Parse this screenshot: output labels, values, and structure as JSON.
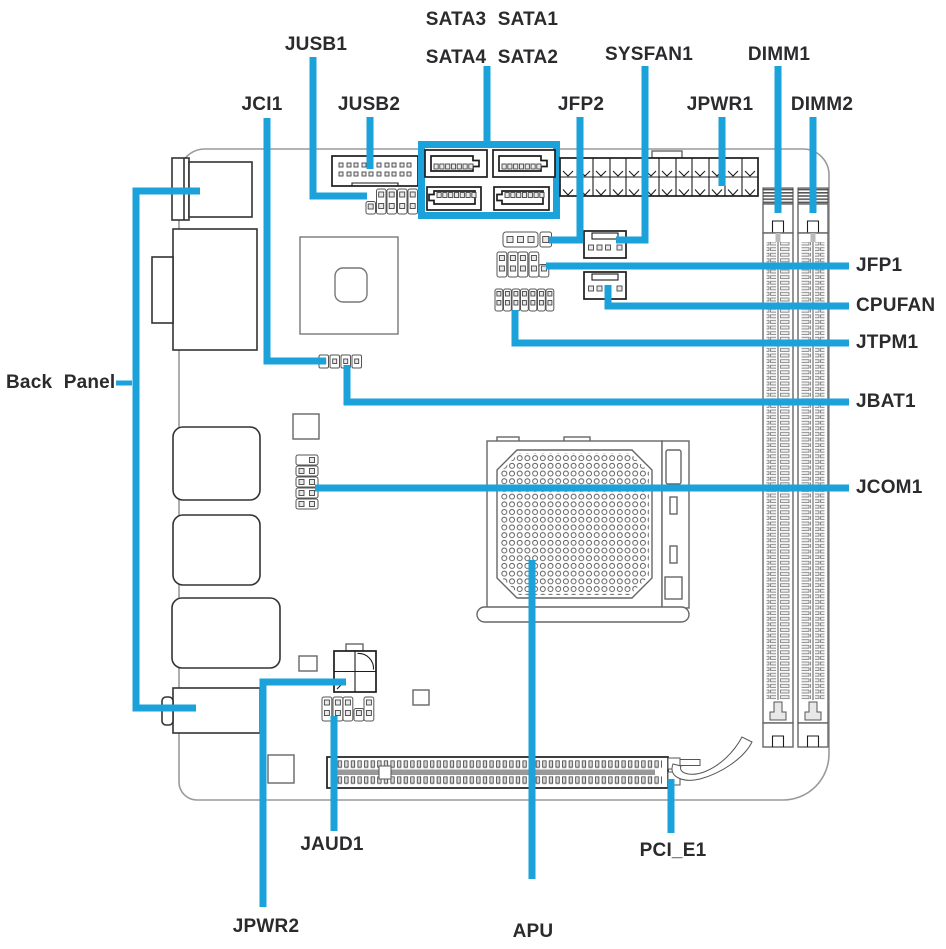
{
  "diagram": {
    "kind": "motherboard-connector-location-diagram",
    "colors": {
      "accent": "#1ba2da",
      "ink": "#2b2b2e",
      "board_outline": "#9a9a9a",
      "component_outline": "#1c1c1c"
    },
    "labels": {
      "sata_row1": "SATA3 SATA1",
      "sata_row2": "SATA4 SATA2",
      "jusb1": "JUSB1",
      "jci1": "JCI1",
      "jusb2": "JUSB2",
      "jfp2": "JFP2",
      "sysfan1": "SYSFAN1",
      "jpwr1": "JPWR1",
      "dimm1": "DIMM1",
      "dimm2": "DIMM2",
      "jfp1": "JFP1",
      "cpufan": "CPUFAN",
      "jtpm1": "JTPM1",
      "jbat1": "JBAT1",
      "jcom1": "JCOM1",
      "back_panel": "Back Panel",
      "jaud1": "JAUD1",
      "pci_e1": "PCI_E1",
      "jpwr2": "JPWR2",
      "apu": "APU"
    }
  }
}
